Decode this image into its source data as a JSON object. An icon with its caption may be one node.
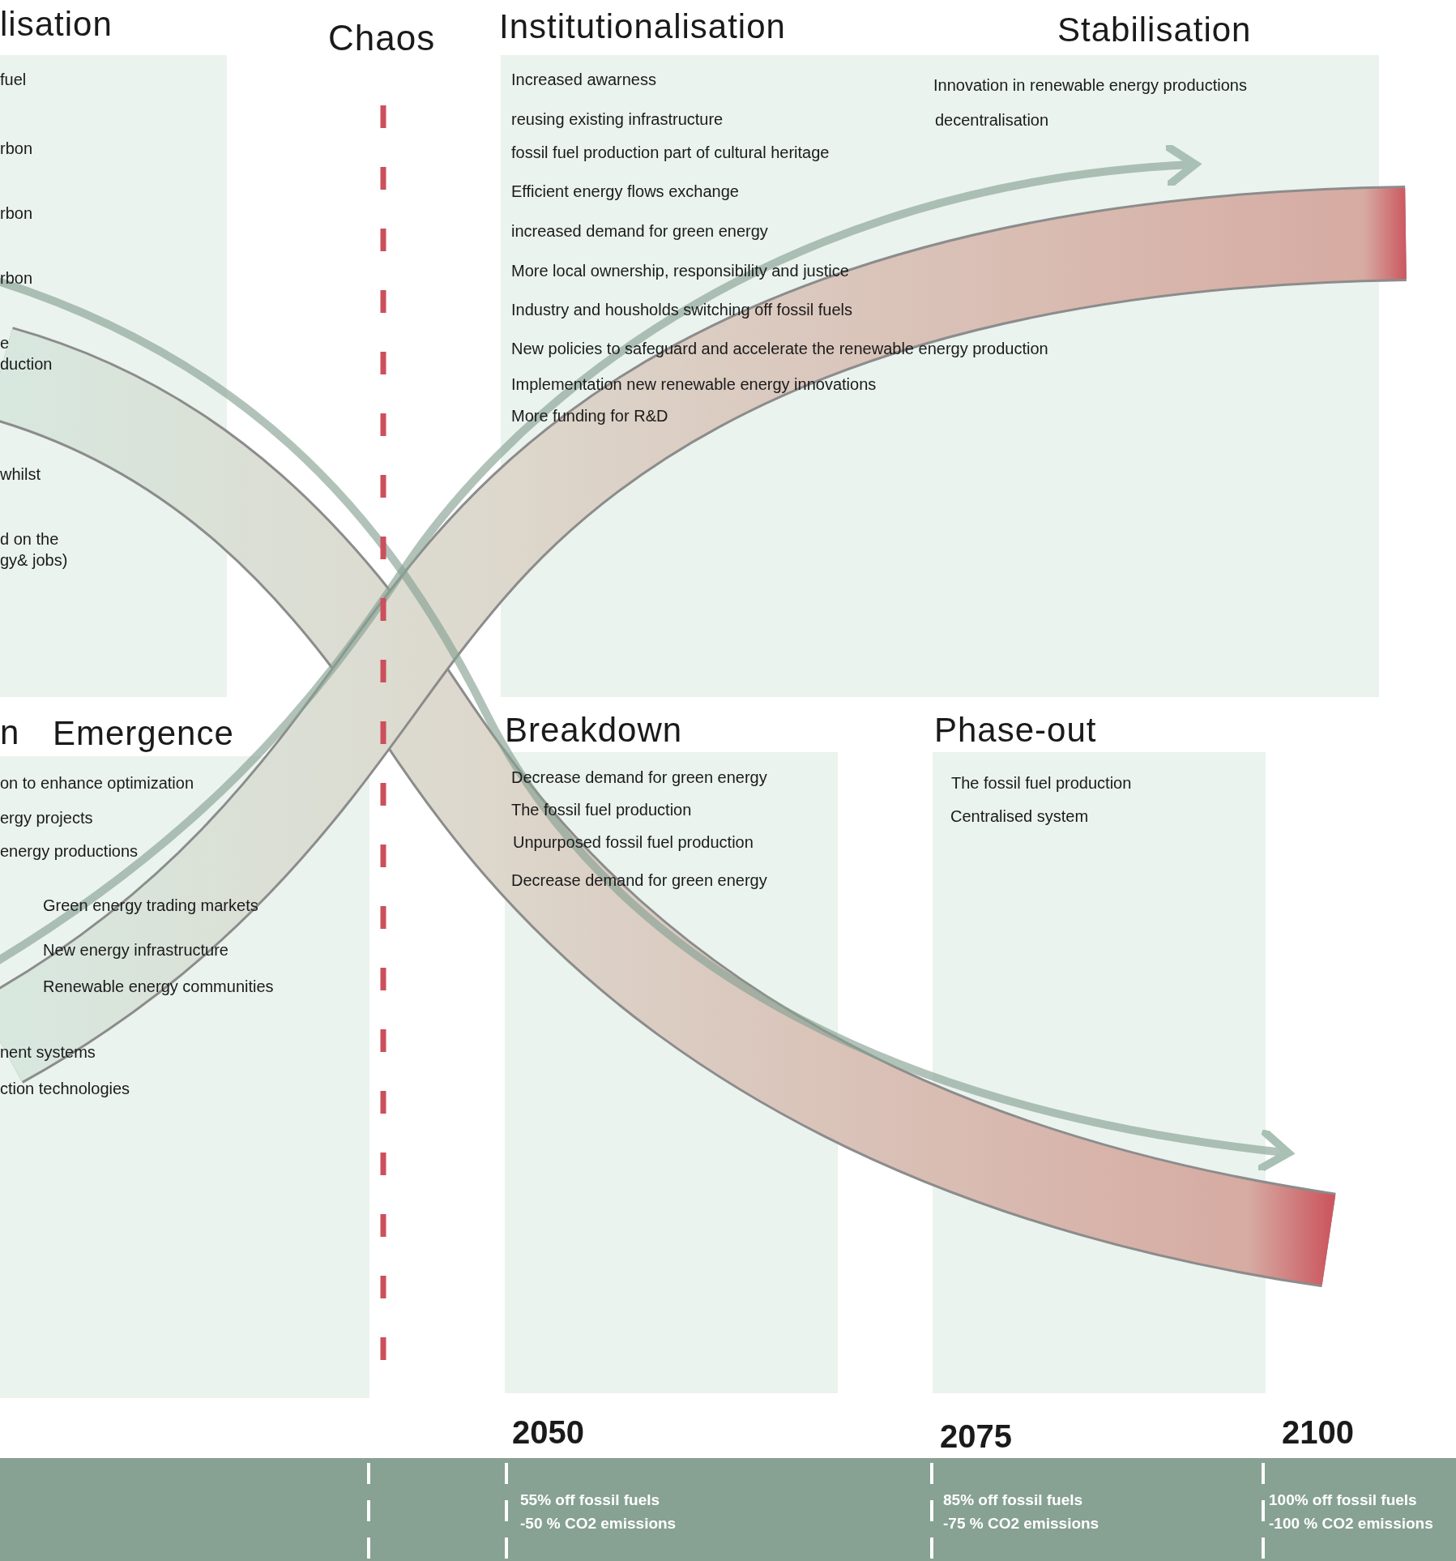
{
  "diagram": {
    "nodes": [
      {
        "text": [
          "lisation",
          "fuel",
          "rbon",
          "rbon",
          "rbon",
          "e duction",
          "whilst",
          "d on the gy& jobs)"
        ]
      },
      {
        "text": [
          "Institutionalisation",
          "Increased awarness",
          "reusing existing infrastructure",
          "fossil fuel production part of cultural heritage",
          "Efficient energy flows exchange",
          "increased demand for green energy",
          "More local ownership, responsibility and justice",
          "Industry and housholds switching off fossil fuels",
          "New policies to safeguard and accelerate the renewable energy production",
          "Implementation new renewable energy innovations",
          "More funding for R&D"
        ]
      },
      {
        "text": [
          "Stabilisation",
          "Innovation in renewable energy productions",
          "decentralisation"
        ]
      },
      {
        "text": [
          "Emergence",
          "on to enhance optimization",
          "ergy projects",
          "energy productions",
          "Green energy trading markets",
          "New energy infrastructure",
          "Renewable energy communities",
          "nent systems",
          "ction technologies"
        ]
      },
      {
        "text": [
          "Breakdown",
          "Decrease demand for green energy",
          "The fossil fuel production",
          "Unpurposed fossil fuel production",
          "Decrease demand for green energy"
        ]
      },
      {
        "text": [
          "Phase-out",
          "The fossil fuel production",
          "Centralised system"
        ]
      }
    ],
    "labels": [
      "Chaos",
      "n",
      "2050",
      "2075",
      "2100",
      "55% off fossil fuels -50 % CO2 emissions",
      "85% off fossil fuels -75 % CO2 emissions",
      "100% off fossil fuels -100 % CO2 emissions"
    ]
  }
}
